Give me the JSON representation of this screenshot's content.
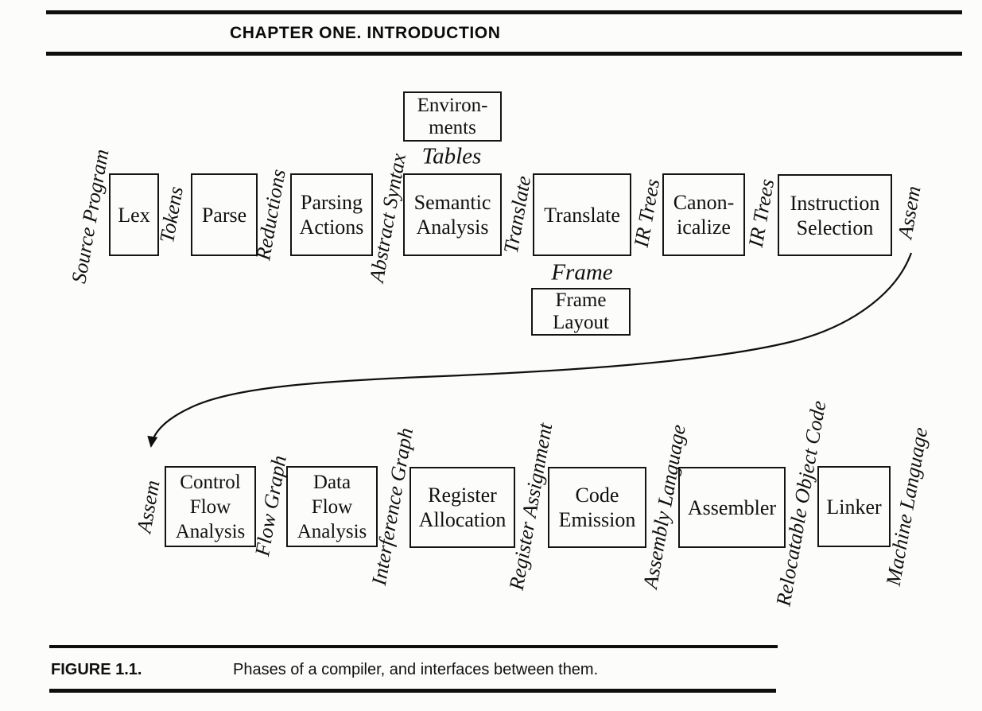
{
  "page": {
    "header_title": "CHAPTER ONE. INTRODUCTION",
    "caption_label": "FIGURE 1.1.",
    "caption_text": "Phases of a compiler, and interfaces between them."
  },
  "diagram": {
    "phases_top": [
      "Lex",
      "Parse",
      "Parsing\nActions",
      "Semantic\nAnalysis",
      "Translate",
      "Canon-\nicalize",
      "Instruction\nSelection"
    ],
    "interfaces_top": [
      "Source Program",
      "Tokens",
      "Reductions",
      "Abstract Syntax",
      "Translate",
      "IR Trees",
      "IR Trees",
      "Assem"
    ],
    "aux": {
      "environments": "Environ-\nments",
      "tables": "Tables",
      "frame": "Frame",
      "frame_layout": "Frame\nLayout"
    },
    "phases_bottom": [
      "Control\nFlow\nAnalysis",
      "Data\nFlow\nAnalysis",
      "Register\nAllocation",
      "Code\nEmission",
      "Assembler",
      "Linker"
    ],
    "interfaces_bottom": [
      "Assem",
      "Flow Graph",
      "Interference Graph",
      "Register Assignment",
      "Assembly Language",
      "Relocatable Object Code",
      "Machine Language"
    ]
  }
}
